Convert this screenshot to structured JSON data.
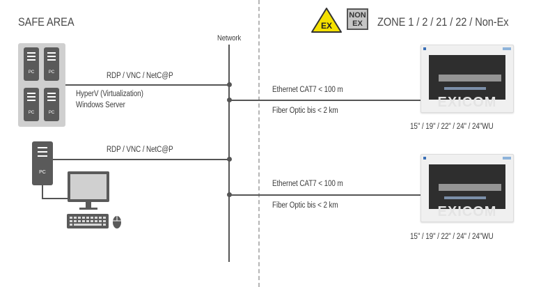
{
  "headings": {
    "safe_area": "SAFE AREA",
    "zone": "ZONE 1 / 2 / 21 / 22 / Non-Ex"
  },
  "network_label": "Network",
  "left_links": {
    "rack_link": "RDP / VNC / NetC@P",
    "rack_desc_line1": "HyperV (Virtualization)",
    "rack_desc_line2": "Windows Server",
    "pc_link": "RDP / VNC / NetC@P"
  },
  "pc_labels": [
    "PC",
    "PC",
    "PC",
    "PC"
  ],
  "tower_label": "PC",
  "connections": [
    {
      "ethernet": "Ethernet CAT7 < 100 m",
      "fiber": "Fiber Optic bis < 2 km",
      "sizes": "15\" / 19\" / 22\" / 24\" / 24\"WU"
    },
    {
      "ethernet": "Ethernet CAT7 < 100 m",
      "fiber": "Fiber Optic bis < 2 km",
      "sizes": "15\" / 19\" / 22\" / 24\" / 24\"WU"
    }
  ],
  "badges": {
    "ex": "EX",
    "nonex_line1": "NON",
    "nonex_line2": "EX"
  },
  "panel_watermark": "EXICOM",
  "colors": {
    "line": "#555555",
    "ex_yellow": "#f5e100",
    "nonex_gray": "#c5c5c5"
  }
}
